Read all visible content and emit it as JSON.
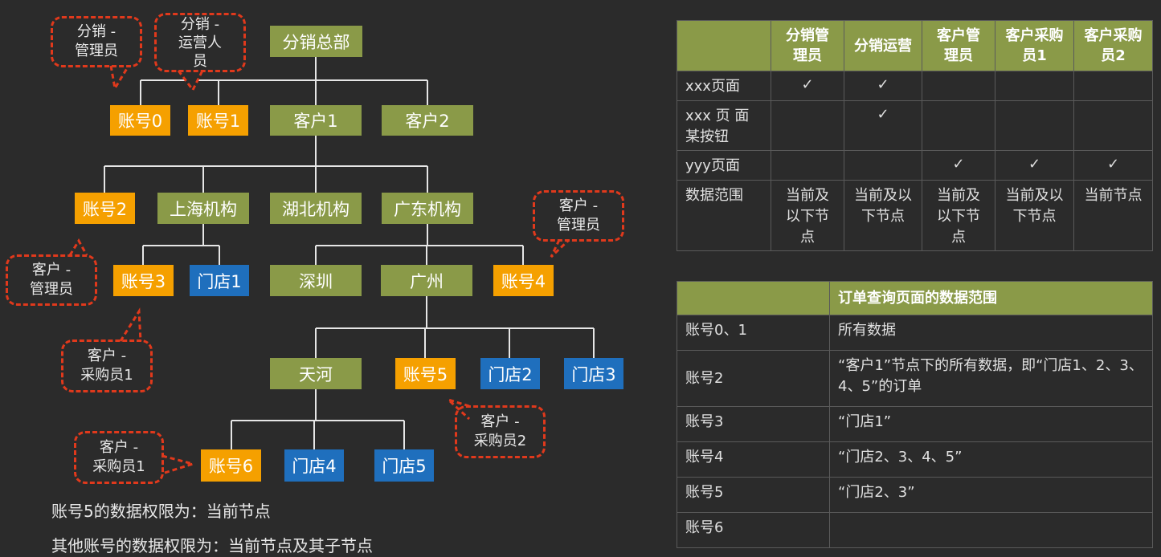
{
  "tree": {
    "root": "分销总部",
    "acct0": "账号0",
    "acct1": "账号1",
    "cust1": "客户1",
    "cust2": "客户2",
    "acct2": "账号2",
    "shanghai": "上海机构",
    "hubei": "湖北机构",
    "guangdong": "广东机构",
    "acct3": "账号3",
    "store1": "门店1",
    "shenzhen": "深圳",
    "guangzhou": "广州",
    "acct4": "账号4",
    "tianhe": "天河",
    "acct5": "账号5",
    "store2": "门店2",
    "store3": "门店3",
    "acct6": "账号6",
    "store4": "门店4",
    "store5": "门店5"
  },
  "callouts": {
    "c1": "分销 -\n管理员",
    "c2": "分销 -\n运营人\n员",
    "c3": "客户 -\n管理员",
    "c4": "客户 -\n管理员",
    "c5": "客户 -\n采购员1",
    "c6": "客户 -\n采购员2",
    "c7": "客户 -\n采购员1"
  },
  "notes": {
    "line1": "账号5的数据权限为：当前节点",
    "line2": "其他账号的数据权限为：当前节点及其子节点"
  },
  "perm_table": {
    "headers": [
      "",
      "分销管理员",
      "分销运营",
      "客户管理员",
      "客户采购员1",
      "客户采购员2"
    ],
    "rows": [
      {
        "label": "xxx页面",
        "cells": [
          "✓",
          "✓",
          "",
          "",
          ""
        ]
      },
      {
        "label": "xxx 页 面 某按钮",
        "cells": [
          "",
          "✓",
          "",
          "",
          ""
        ]
      },
      {
        "label": "yyy页面",
        "cells": [
          "",
          "",
          "✓",
          "✓",
          "✓"
        ]
      },
      {
        "label": "数据范围",
        "cells": [
          "当前及以下节点",
          "当前及以下节点",
          "当前及以下节点",
          "当前及以下节点",
          "当前节点"
        ]
      }
    ]
  },
  "scope_table": {
    "headers": [
      "",
      "订单查询页面的数据范围"
    ],
    "rows": [
      {
        "label": "账号0、1",
        "value": "所有数据"
      },
      {
        "label": "账号2",
        "value": "“客户1”节点下的所有数据，即“门店1、2、3、4、5”的订单"
      },
      {
        "label": "账号3",
        "value": "“门店1”"
      },
      {
        "label": "账号4",
        "value": "“门店2、3、4、5”"
      },
      {
        "label": "账号5",
        "value": "“门店2、3”"
      },
      {
        "label": "账号6",
        "value": ""
      }
    ]
  },
  "colors": {
    "org_node": "#8a9a48",
    "account_node": "#f5a000",
    "store_node": "#1f6fbd",
    "callout_border": "#e0391c",
    "background": "#2b2b2b"
  }
}
